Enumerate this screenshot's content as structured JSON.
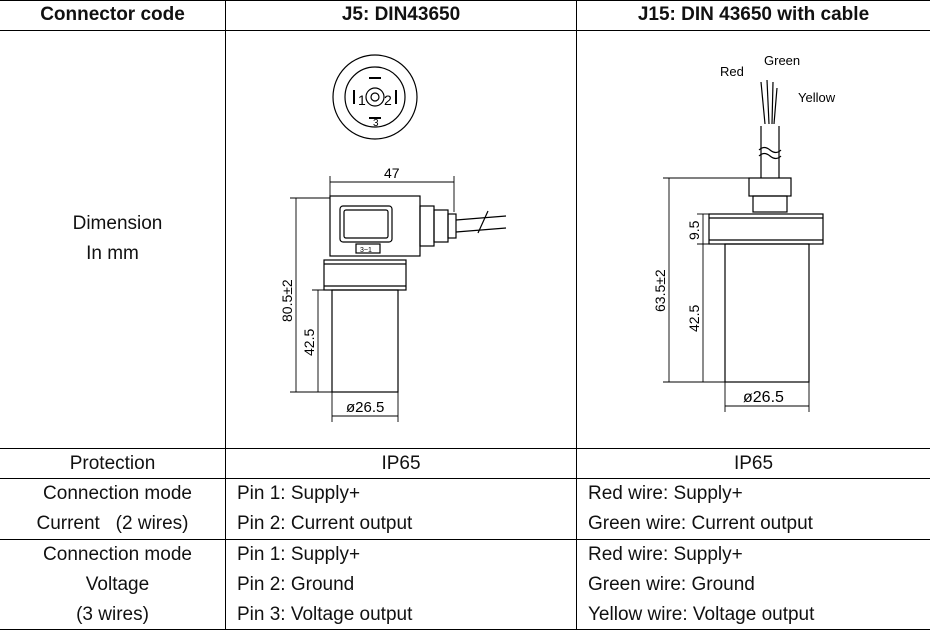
{
  "header": {
    "col1": "Connector code",
    "col2": "J5: DIN43650",
    "col3": "J15: DIN 43650 with cable"
  },
  "dimension_row": {
    "label_line1": "Dimension",
    "label_line2": "In mm"
  },
  "drawing_j5": {
    "width_label": "47",
    "total_height_label": "80.5±2",
    "body_height_label": "42.5",
    "diameter_label": "ø26.5",
    "pin1": "1",
    "pin2": "2",
    "pin3": "3",
    "tag": "3~1"
  },
  "drawing_j15": {
    "wire_red": "Red",
    "wire_green": "Green",
    "wire_yellow": "Yellow",
    "total_height_label": "63.5±2",
    "nut_height_label": "9.5",
    "body_height_label": "42.5",
    "diameter_label": "ø26.5"
  },
  "protection_row": {
    "label": "Protection",
    "j5": "IP65",
    "j15": "IP65"
  },
  "current_row": {
    "label_line1": "Connection mode",
    "label_line2": "Current   (2 wires)",
    "j5_line1": "Pin 1: Supply+",
    "j5_line2": "Pin 2: Current output",
    "j15_line1": "Red wire: Supply+",
    "j15_line2": "Green wire: Current output"
  },
  "voltage_row": {
    "label_line1": "Connection mode",
    "label_line2": "Voltage",
    "label_line3": "(3 wires)",
    "j5_line1": "Pin 1: Supply+",
    "j5_line2": "Pin 2: Ground",
    "j5_line3": "Pin 3: Voltage output",
    "j15_line1": "Red wire: Supply+",
    "j15_line2": "Green wire: Ground",
    "j15_line3": "Yellow wire: Voltage output"
  }
}
